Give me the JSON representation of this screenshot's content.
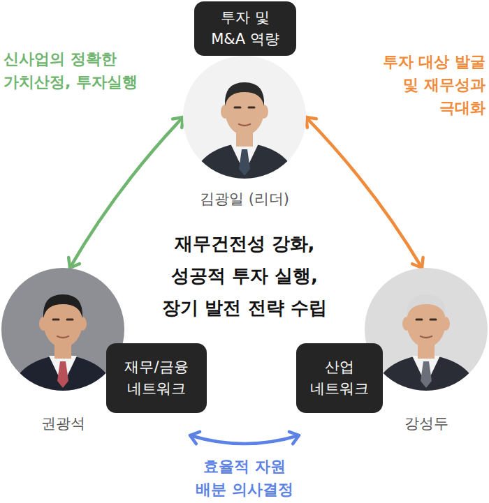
{
  "diagram": {
    "nodes": [
      {
        "text": [
          "김광일 (리더)"
        ]
      },
      {
        "text": [
          "투자 및 M&A 역량"
        ],
        "in": 0
      },
      {
        "text": [
          "권광석"
        ]
      },
      {
        "text": [
          "재무/금융 네트워크"
        ],
        "in": 2
      },
      {
        "text": [
          "강성두"
        ]
      },
      {
        "text": [
          "산업 네트워크"
        ],
        "in": 4
      }
    ],
    "edges": [
      {
        "from": 0,
        "to": 2,
        "arrow": "both",
        "label": "신사업의 정확한 가치산정, 투자실행"
      },
      {
        "from": 0,
        "to": 4,
        "arrow": "both",
        "label": "투자 대상 발굴 및 재무성과 극대화"
      },
      {
        "from": 2,
        "to": 4,
        "arrow": "both",
        "label": "효율적 자원 배분 의사결정"
      }
    ],
    "labels": [
      "재무건전성 강화, 성공적 투자 실행, 장기 발전 전략 수립"
    ]
  }
}
